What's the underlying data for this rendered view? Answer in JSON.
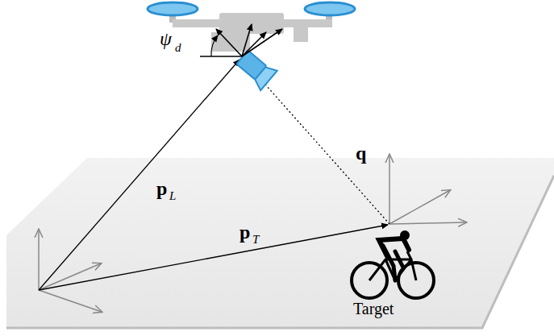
{
  "diagram": {
    "labels": [
      "ψ",
      "d",
      "p",
      "L",
      "q",
      "p",
      "T",
      "Target"
    ]
  }
}
